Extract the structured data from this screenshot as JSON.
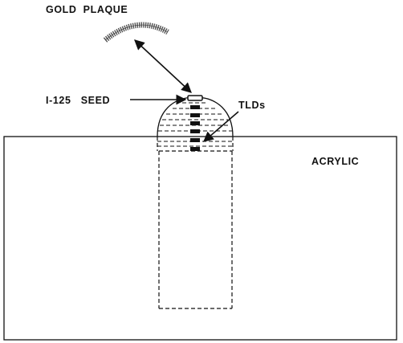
{
  "labels": {
    "gold_plaque": "GOLD  PLAQUE",
    "seed": "I-125   SEED",
    "tlds": "TLDs",
    "acrylic": "ACRYLIC"
  },
  "colors": {
    "ink": "#111111",
    "plaque_hatch": "#555555",
    "background": "#ffffff"
  }
}
